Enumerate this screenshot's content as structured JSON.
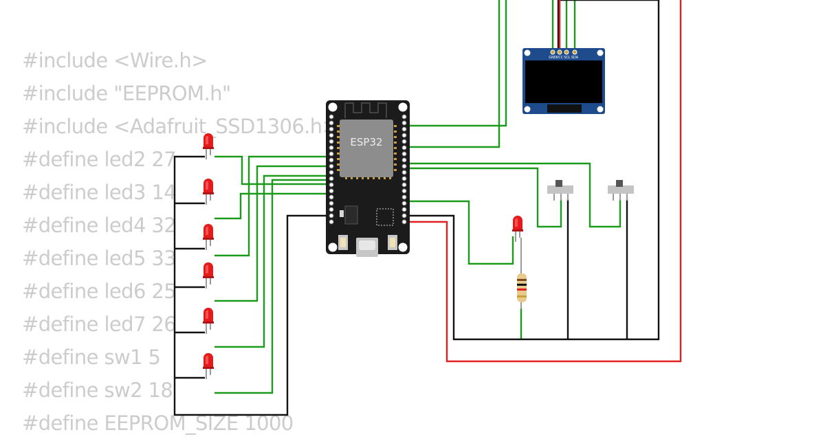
{
  "code_lines": [
    "#include <Wire.h>",
    "#include \"EEPROM.h\"",
    "#include <Adafruit_SSD1306.h>",
    "#define led2 27",
    "#define led3 14",
    "#define led4 32",
    "#define led5 33",
    "#define led6 25",
    "#define led7 26",
    "#define sw1 5",
    "#define sw2 18",
    "#define EEPROM_SIZE 1000"
  ],
  "board": {
    "label": "ESP32"
  },
  "oled": {
    "pins": [
      "GND",
      "VCC",
      "SCL",
      "SDA"
    ]
  },
  "colors": {
    "code_text": "#cccccc",
    "wire_signal": "#1a9a1a",
    "wire_power": "#e02020",
    "wire_ground": "#111111",
    "board": "#1b1b1b",
    "chip": "#8d8d8d",
    "led": "#e51b1b",
    "oled_pcb": "#1d4b8c",
    "screen": "#000000"
  },
  "icons": [
    "led-icon",
    "resistor-icon",
    "slide-switch-icon",
    "usb-port-icon"
  ]
}
